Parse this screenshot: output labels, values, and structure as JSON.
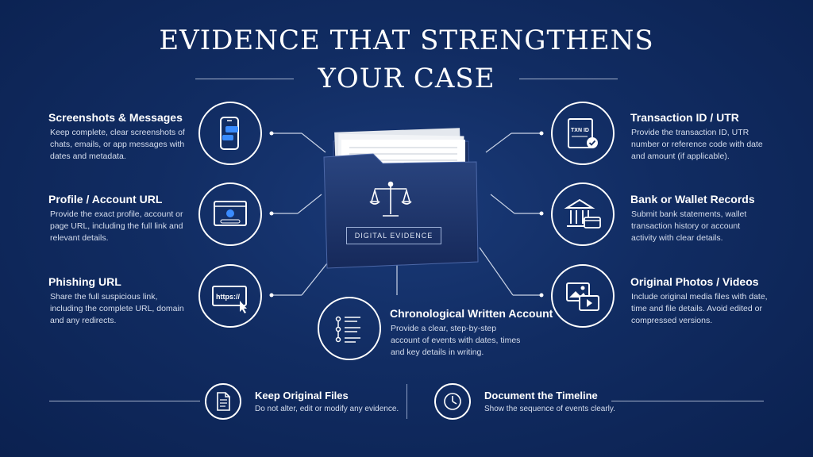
{
  "title": {
    "line1": "EVIDENCE THAT STRENGTHENS",
    "line2": "YOUR CASE"
  },
  "folder": {
    "label": "DIGITAL EVIDENCE"
  },
  "left_items": [
    {
      "title": "Screenshots & Messages",
      "desc": "Keep complete, clear screenshots of chats, emails, or app messages with dates and metadata.",
      "icon": "phone-chat-icon"
    },
    {
      "title": "Profile / Account URL",
      "desc": "Provide the exact profile, account or page URL, including the full link and relevant details.",
      "icon": "browser-profile-icon"
    },
    {
      "title": "Phishing URL",
      "desc": "Share the full suspicious link, including the complete URL, domain and any redirects.",
      "icon": "https-cursor-icon",
      "icon_text": "https://"
    }
  ],
  "right_items": [
    {
      "title": "Transaction ID / UTR",
      "desc": "Provide the transaction ID, UTR number or reference code with date and amount (if applicable).",
      "icon": "receipt-check-icon",
      "icon_text": "TXN ID"
    },
    {
      "title": "Bank or Wallet Records",
      "desc": "Submit bank statements, wallet transaction history or account activity with clear details.",
      "icon": "bank-card-icon"
    },
    {
      "title": "Original Photos / Videos",
      "desc": "Include original media files with date, time and file details. Avoid edited or compressed versions.",
      "icon": "photo-video-icon"
    }
  ],
  "center_item": {
    "title": "Chronological Written Account",
    "desc": "Provide a clear, step-by-step account of events with dates, times and key details in writing.",
    "icon": "timeline-list-icon"
  },
  "bottom": [
    {
      "title": "Keep Original Files",
      "desc": "Do not alter, edit or modify any evidence.",
      "icon": "document-icon"
    },
    {
      "title": "Document the Timeline",
      "desc": "Show the sequence of events clearly.",
      "icon": "clock-icon"
    }
  ],
  "colors": {
    "background": "#112c62",
    "folder": "#1c3566",
    "text": "#ffffff",
    "subtext": "#d6deee"
  }
}
